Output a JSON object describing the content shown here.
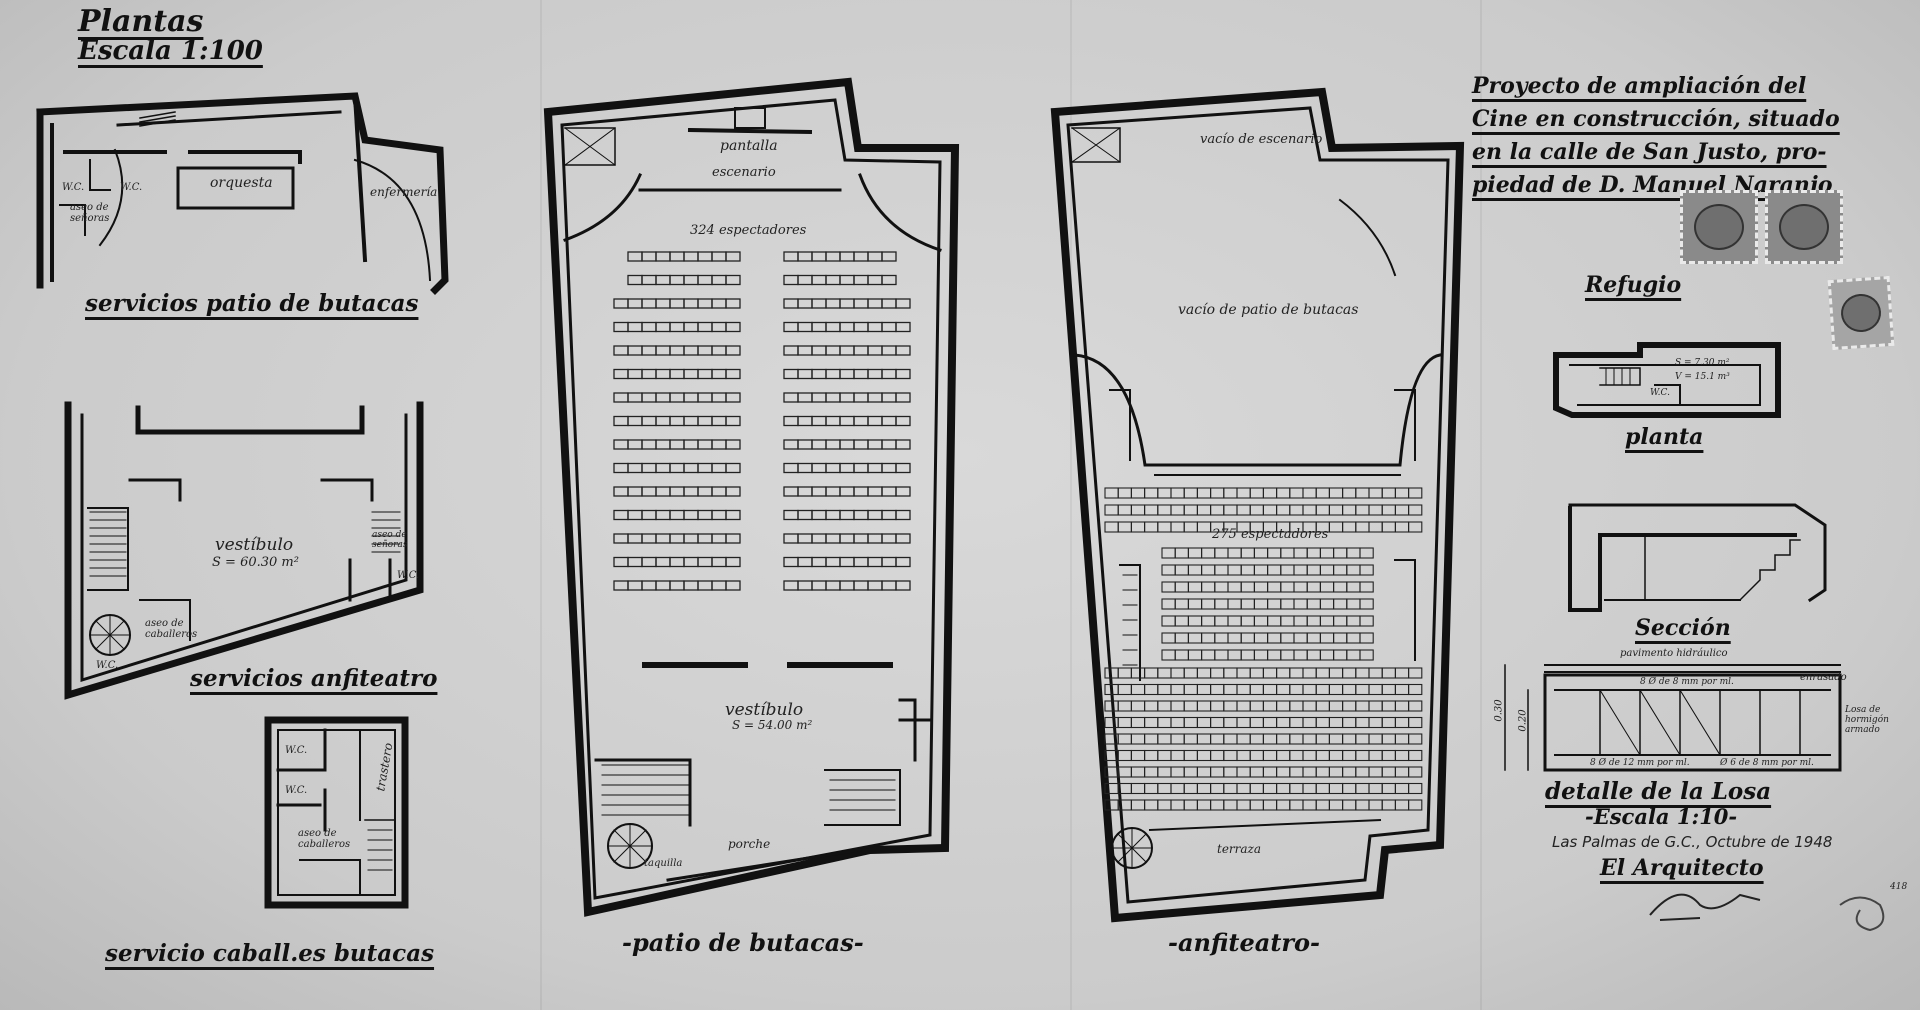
{
  "sheet": {
    "plantas_title": "Plantas",
    "scale_main": "Escala 1:100",
    "project_title_lines": [
      "Proyecto de ampliación del",
      "Cine en construcción, situado",
      "en la calle de San Justo, pro-",
      "piedad de D. Manuel Naranjo"
    ]
  },
  "plans": {
    "servicios_patio": {
      "caption": "servicios patio de butacas",
      "labels": {
        "orquesta": "orquesta",
        "enfermeria": "enfermería",
        "wc1": "W.C.",
        "wc2": "W.C.",
        "aseo": "aseo de señoras"
      }
    },
    "servicios_anfiteatro": {
      "caption": "servicios anfiteatro",
      "labels": {
        "vestibulo": "vestíbulo",
        "area": "S = 60.30 m²",
        "aseo_caballeros": "aseo de caballeros",
        "aseo_senoras": "aseo de señoras",
        "wc1": "W.C.",
        "wc2": "W.C."
      }
    },
    "servicio_caballeros": {
      "caption": "servicio caball.es butacas",
      "labels": {
        "wc1": "W.C.",
        "wc2": "W.C.",
        "aseo": "aseo de caballeros",
        "trastero": "trastero"
      }
    },
    "patio_butacas": {
      "caption": "-patio de butacas-",
      "labels": {
        "pantalla": "pantalla",
        "escenario": "escenario",
        "espectadores": "324 espectadores",
        "vestibulo": "vestíbulo",
        "area": "S = 54.00 m²",
        "porche": "porche",
        "taquilla": "taquilla"
      }
    },
    "anfiteatro": {
      "caption": "-anfiteatro-",
      "labels": {
        "vacio_escenario": "vacío de escenario",
        "vacio_patio": "vacío de patio de butacas",
        "espectadores": "275 espectadores",
        "terraza": "terraza"
      }
    },
    "refugio": {
      "title": "Refugio",
      "planta_caption": "planta",
      "seccion_caption": "Sección",
      "area_label": "S = 7.30 m²",
      "volume_label": "V = 15.1 m³",
      "wc": "W.C."
    },
    "losa": {
      "caption": "detalle de la Losa",
      "scale": "-Escala 1:10-",
      "notes": [
        "pavimento hidráulico",
        "enrasado",
        "Losa de hormigón armado",
        "8 Ø de 8 mm por ml.",
        "8 Ø de 12 mm por ml.",
        "Ø 6 de 8 mm por ml."
      ],
      "dims": [
        "0.30",
        "0.20"
      ]
    },
    "signature": {
      "place_date": "Las Palmas de G.C., Octubre de 1948",
      "role": "El Arquitecto",
      "sheet_number": "418"
    }
  }
}
